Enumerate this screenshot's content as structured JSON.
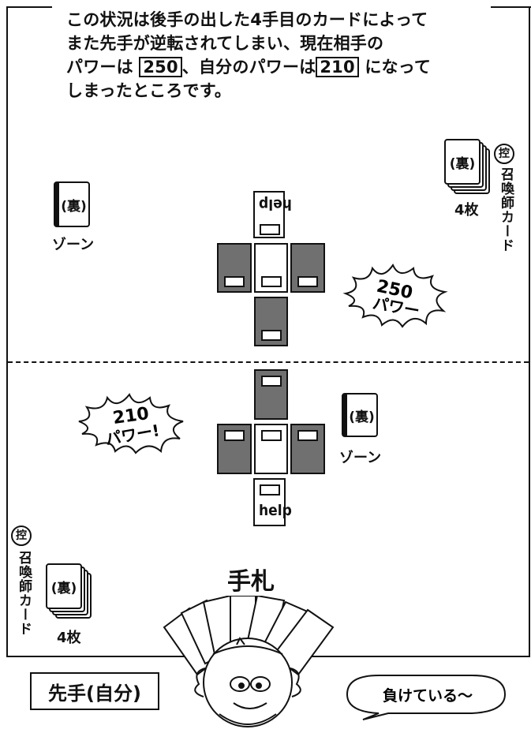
{
  "intro": {
    "line1": "この状況は後手の出した4手目のカードによって",
    "line2": "また先手が逆転されてしまい、現在相手の",
    "line3_pre": "パワーは",
    "opponent_power_boxed": "250",
    "line3_mid": "、自分のパワーは",
    "own_power_boxed": "210",
    "line3_post": "になって",
    "line4": "しまったところです。"
  },
  "opponent": {
    "zone_card_label": "(裏)",
    "zone_label": "ゾーン",
    "deck_card_label": "(裏)",
    "deck_count": "4枚",
    "summoner_badge": "控",
    "summoner_label": "召喚師カード",
    "help_card": "help",
    "power_burst": "250",
    "power_burst_word": "パワー"
  },
  "self": {
    "zone_card_label": "(裏)",
    "zone_label": "ゾーン",
    "deck_card_label": "(裏)",
    "deck_count": "4枚",
    "summoner_badge": "控",
    "summoner_label": "召喚師カード",
    "help_card": "help",
    "power_burst": "210",
    "power_burst_word": "パワー!",
    "hand_title": "手札",
    "player_label": "先手(自分)",
    "speech": "負けている〜"
  }
}
